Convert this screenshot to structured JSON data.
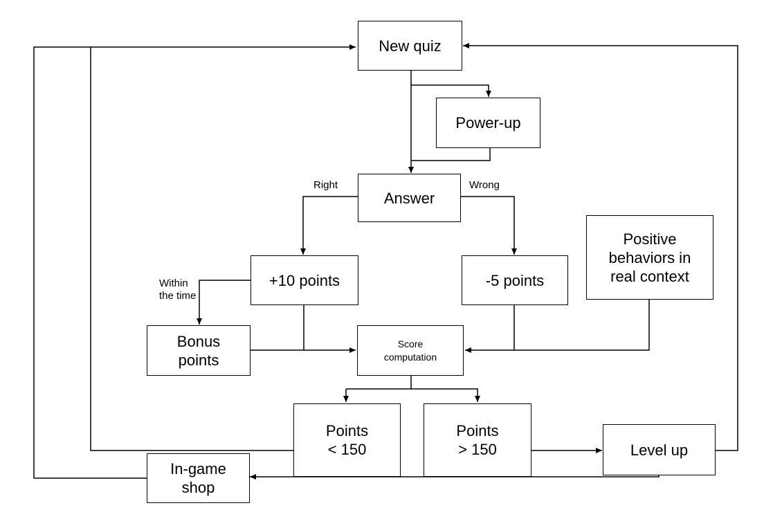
{
  "nodes": {
    "new_quiz": "New quiz",
    "power_up": "Power-up",
    "answer": "Answer",
    "plus10": "+10 points",
    "minus5": "-5 points",
    "positive": "Positive\nbehaviors in\nreal context",
    "bonus": "Bonus\npoints",
    "score": "Score\ncomputation",
    "points_lt": "Points\n< 150",
    "points_gt": "Points\n> 150",
    "level_up": "Level up",
    "shop": "In-game\nshop"
  },
  "edge_labels": {
    "right": "Right",
    "wrong": "Wrong",
    "within": "Within\nthe time"
  }
}
